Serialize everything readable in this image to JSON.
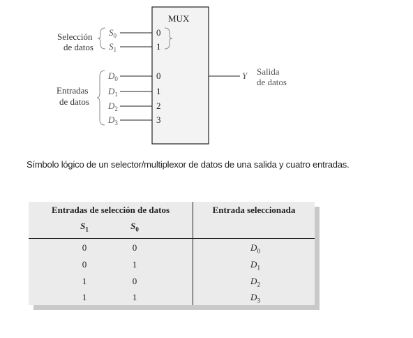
{
  "diagram": {
    "mux_label": "MUX",
    "select_label_line1": "Selección",
    "select_label_line2": "de datos",
    "select_inputs": [
      {
        "name": "S",
        "sub": "0",
        "pin": "0"
      },
      {
        "name": "S",
        "sub": "1",
        "pin": "1"
      }
    ],
    "data_label_line1": "Entradas",
    "data_label_line2": "de datos",
    "data_inputs": [
      {
        "name": "D",
        "sub": "0",
        "pin": "0"
      },
      {
        "name": "D",
        "sub": "1",
        "pin": "1"
      },
      {
        "name": "D",
        "sub": "2",
        "pin": "2"
      },
      {
        "name": "D",
        "sub": "3",
        "pin": "3"
      }
    ],
    "output_name": "Y",
    "output_label_line1": "Salida",
    "output_label_line2": "de datos"
  },
  "caption": "Símbolo lógico de un selector/multiplexor de datos de una salida y cuatro entradas.",
  "table": {
    "header_left": "Entradas de selección de datos",
    "header_right": "Entrada seleccionada",
    "sub_headers": [
      {
        "name": "S",
        "sub": "1"
      },
      {
        "name": "S",
        "sub": "0"
      }
    ],
    "rows": [
      {
        "s1": "0",
        "s0": "0",
        "out_name": "D",
        "out_sub": "0"
      },
      {
        "s1": "0",
        "s0": "1",
        "out_name": "D",
        "out_sub": "1"
      },
      {
        "s1": "1",
        "s0": "0",
        "out_name": "D",
        "out_sub": "2"
      },
      {
        "s1": "1",
        "s0": "1",
        "out_name": "D",
        "out_sub": "3"
      }
    ]
  }
}
